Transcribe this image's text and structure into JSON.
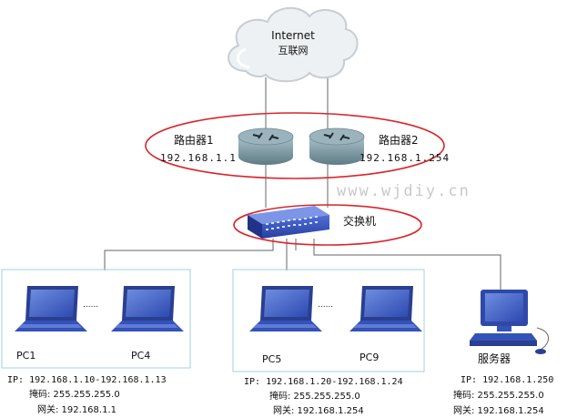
{
  "cloud": {
    "title": "Internet",
    "subtitle": "互联网"
  },
  "routers": [
    {
      "name": "路由器1",
      "ip": "192.168.1.1"
    },
    {
      "name": "路由器2",
      "ip": "192.168.1.254"
    }
  ],
  "watermark": "www.wjdiy.cn",
  "switch": {
    "label": "交换机"
  },
  "groups": [
    {
      "pcs": [
        "PC1",
        "PC4"
      ],
      "ellipsis": "......",
      "ip": "IP: 192.168.1.10-192.168.1.13",
      "mask": "掩码: 255.255.255.0",
      "gateway": "网关: 192.168.1.1"
    },
    {
      "pcs": [
        "PC5",
        "PC9"
      ],
      "ellipsis": "......",
      "ip": "IP: 192.168.1.20-192.168.1.24",
      "mask": "掩码: 255.255.255.0",
      "gateway": "网关: 192.168.1.254"
    }
  ],
  "server": {
    "label": "服务器",
    "ip": "IP: 192.168.1.250",
    "mask": "掩码: 255.255.255.0",
    "gateway": "网关: 192.168.1.254"
  },
  "colors": {
    "highlight_ellipse": "#d9262b",
    "group_box": "#9fd3d8",
    "device_blue": "#3a5bc7",
    "router_body": "#7f9aa5"
  }
}
